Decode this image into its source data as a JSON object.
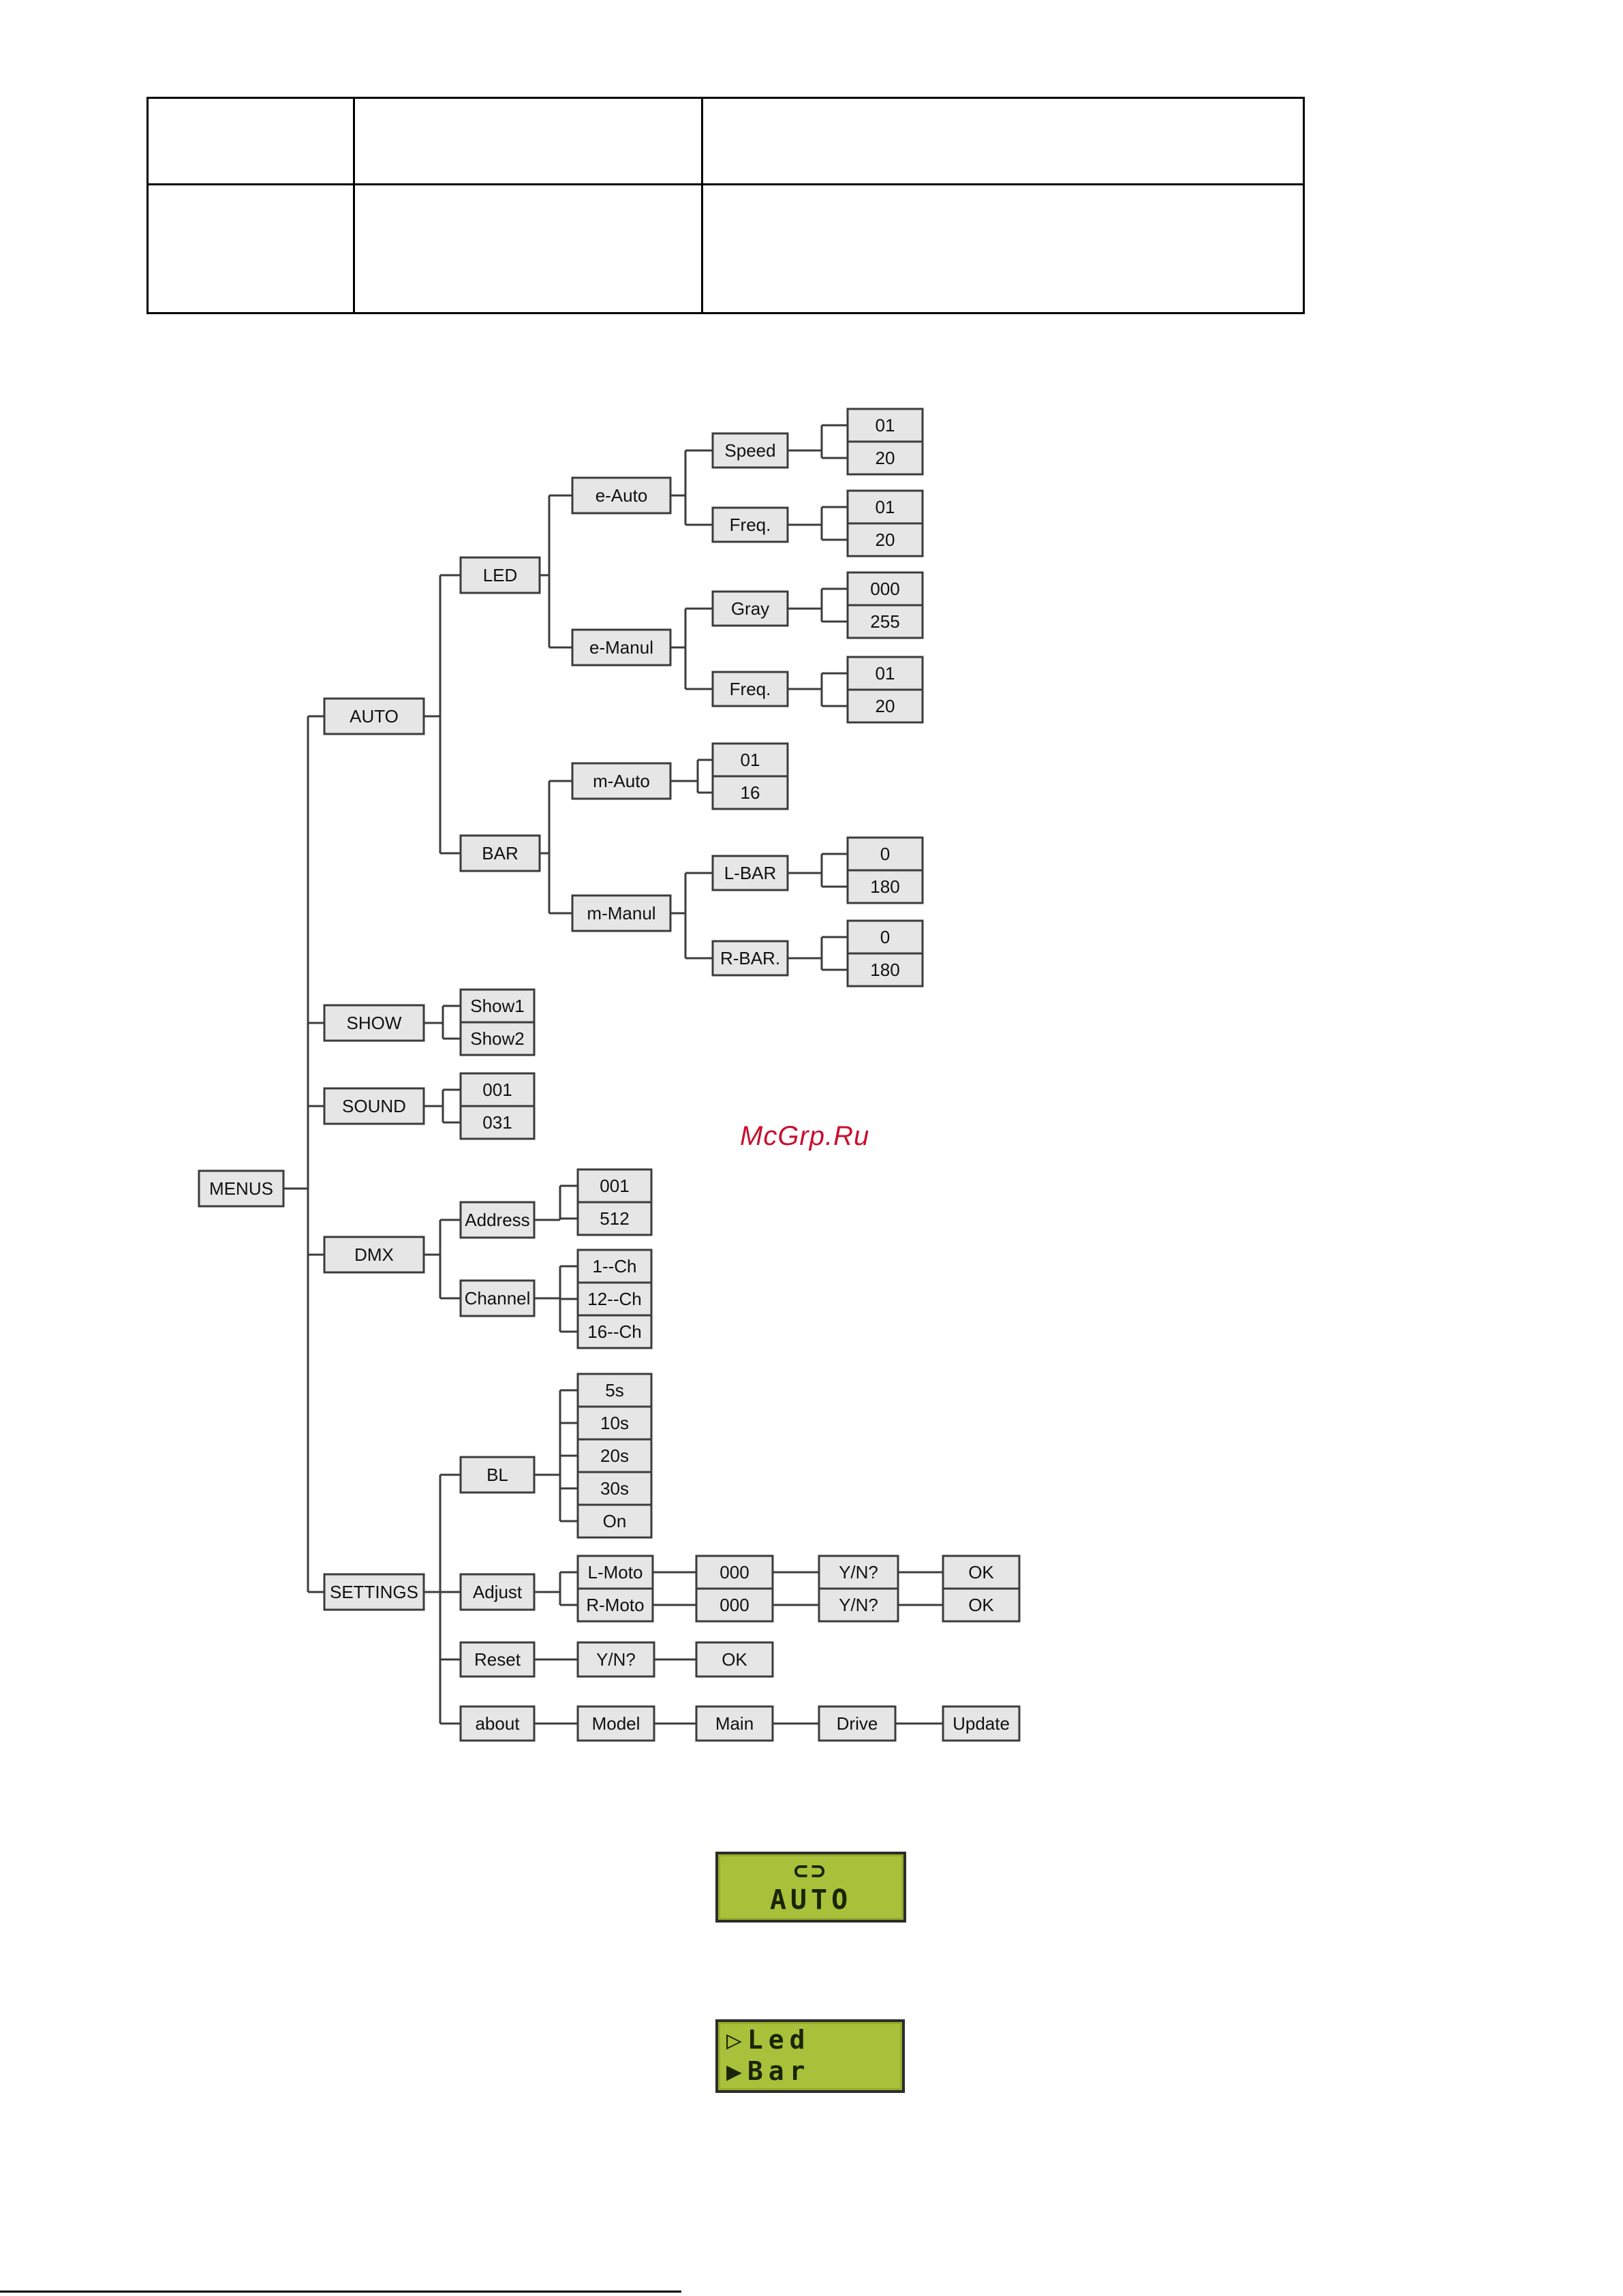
{
  "watermark": "McGrp.Ru",
  "menu_tree": {
    "root": "MENUS",
    "auto": {
      "label": "AUTO",
      "led": {
        "label": "LED",
        "e_auto": {
          "label": "e-Auto",
          "speed": {
            "label": "Speed",
            "values": [
              "01",
              "20"
            ]
          },
          "freq": {
            "label": "Freq.",
            "values": [
              "01",
              "20"
            ]
          }
        },
        "e_manul": {
          "label": "e-Manul",
          "gray": {
            "label": "Gray",
            "values": [
              "000",
              "255"
            ]
          },
          "freq": {
            "label": "Freq.",
            "values": [
              "01",
              "20"
            ]
          }
        }
      },
      "bar": {
        "label": "BAR",
        "m_auto": {
          "label": "m-Auto",
          "values": [
            "01",
            "16"
          ]
        },
        "m_manul": {
          "label": "m-Manul",
          "l_bar": {
            "label": "L-BAR",
            "values": [
              "0",
              "180"
            ]
          },
          "r_bar": {
            "label": "R-BAR.",
            "values": [
              "0",
              "180"
            ]
          }
        }
      }
    },
    "show": {
      "label": "SHOW",
      "values": [
        "Show1",
        "Show2"
      ]
    },
    "sound": {
      "label": "SOUND",
      "values": [
        "001",
        "031"
      ]
    },
    "dmx": {
      "label": "DMX",
      "address": {
        "label": "Address",
        "values": [
          "001",
          "512"
        ]
      },
      "channel": {
        "label": "Channel",
        "values": [
          "1--Ch",
          "12--Ch",
          "16--Ch"
        ]
      }
    },
    "settings": {
      "label": "SETTINGS",
      "bl": {
        "label": "BL",
        "values": [
          "5s",
          "10s",
          "20s",
          "30s",
          "On"
        ]
      },
      "adjust": {
        "label": "Adjust",
        "l_moto": {
          "label": "L-Moto",
          "value": "000",
          "confirm": "Y/N?",
          "ok": "OK"
        },
        "r_moto": {
          "label": "R-Moto",
          "value": "000",
          "confirm": "Y/N?",
          "ok": "OK"
        }
      },
      "reset": {
        "label": "Reset",
        "confirm": "Y/N?",
        "ok": "OK"
      },
      "about": {
        "label": "about",
        "items": [
          "Model",
          "Main",
          "Drive",
          "Update"
        ]
      }
    }
  },
  "lcd_displays": [
    {
      "line1": "⊂⊃",
      "line2": "AUTO",
      "background": "#a7c23a"
    },
    {
      "line1": "▷Led",
      "line2": "▶Bar",
      "background": "#a7c23a"
    }
  ]
}
